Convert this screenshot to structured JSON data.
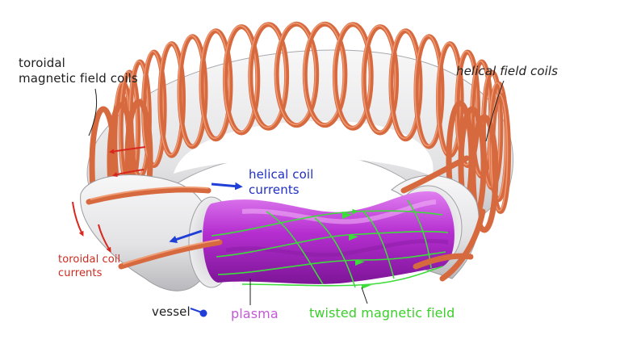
{
  "labels": {
    "toroidal_coils_line1": "toroidal",
    "toroidal_coils_line2": "magnetic field coils",
    "helical_coils": "helical field coils",
    "helical_currents_line1": "helical coil",
    "helical_currents_line2": "currents",
    "toroidal_currents_line1": "toroidal coil",
    "toroidal_currents_line2": "currents",
    "vessel": "vessel",
    "plasma": "plasma",
    "twisted_field": "twisted magnetic field"
  },
  "colors": {
    "copper": "#d7693f",
    "copper_light": "#f2a27b",
    "copper_dark": "#9a3d1c",
    "vessel": "#e9e9ea",
    "vessel_shade": "#b8b8bc",
    "plasma": "#b52ed0",
    "plasma_light": "#e58af2",
    "field": "#3ddc3a",
    "helical_current": "#1f3fd6",
    "toroidal_current": "#d8281e",
    "label_dark": "#1e1e1e",
    "label_blue": "#1f2fc2",
    "label_red": "#cf2a1f",
    "label_plasma": "#c25ad6",
    "label_green": "#3ccf2c"
  }
}
